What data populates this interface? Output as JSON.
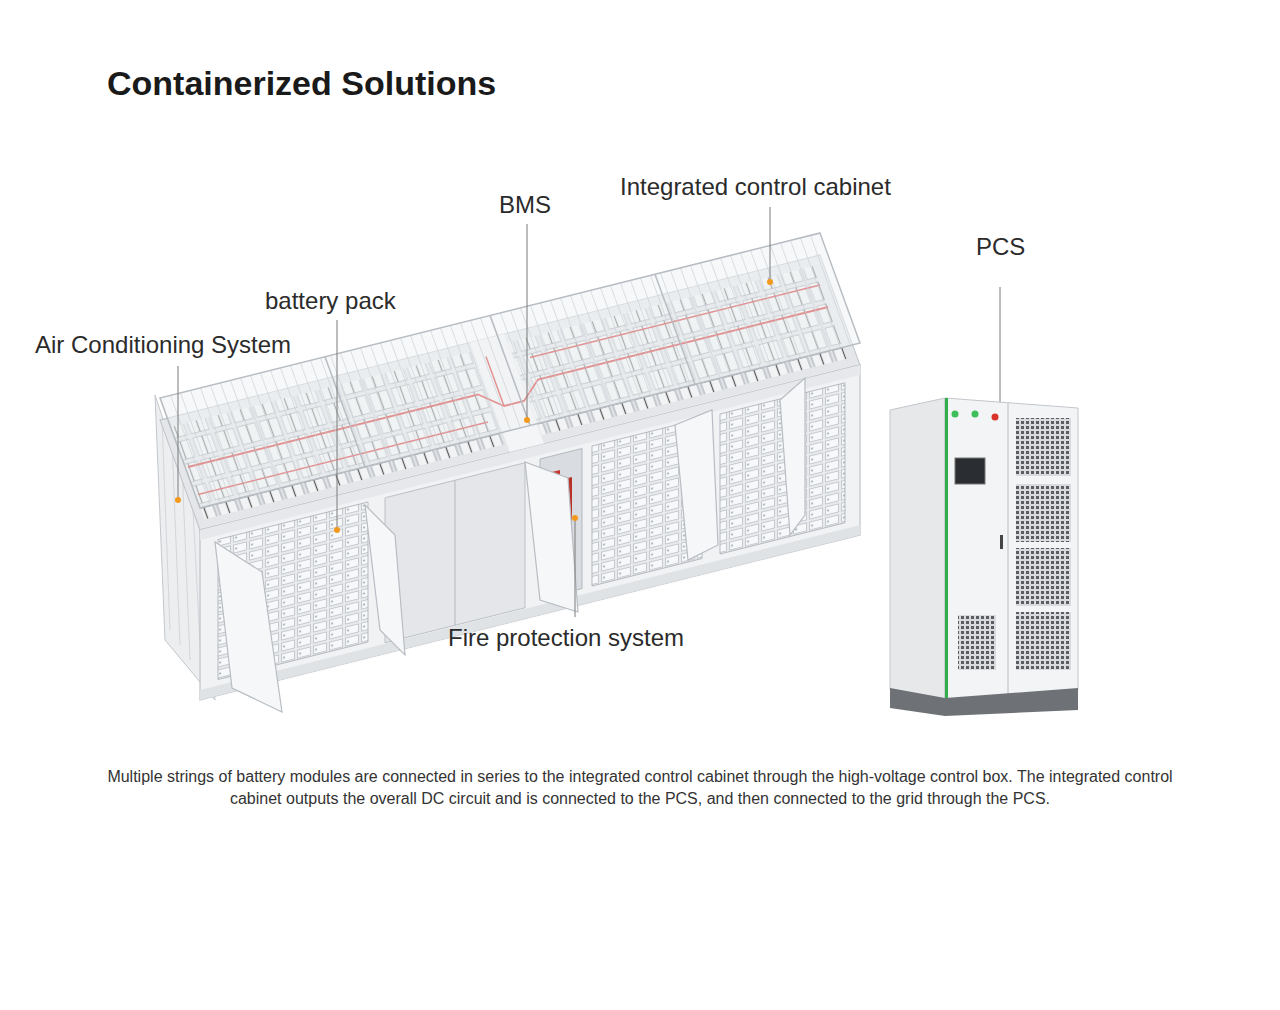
{
  "diagram": {
    "title": "Containerized Solutions",
    "caption": "Multiple strings of battery modules are connected in series to the integrated control cabinet through the high-voltage control box. The integrated control cabinet outputs the overall DC circuit and is connected to the PCS, and then connected to the grid through the PCS.",
    "labels": [
      "Integrated control cabinet",
      "BMS",
      "PCS",
      "battery pack",
      "Air Conditioning System",
      "Fire protection system"
    ]
  }
}
